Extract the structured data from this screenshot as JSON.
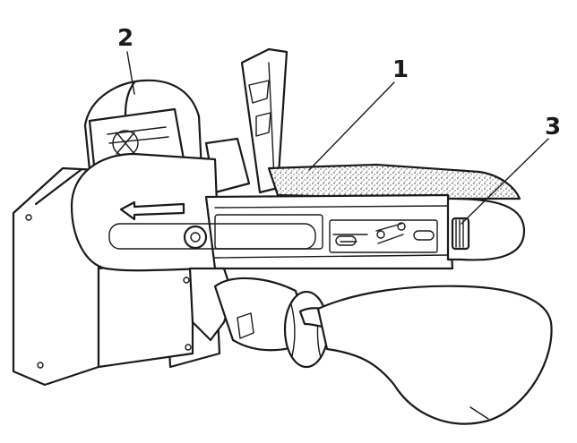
{
  "callouts": [
    {
      "id": "1",
      "label": "1"
    },
    {
      "id": "2",
      "label": "2"
    },
    {
      "id": "3",
      "label": "3"
    }
  ],
  "colors": {
    "ink": "#1a1a1a",
    "paper": "#ffffff"
  }
}
